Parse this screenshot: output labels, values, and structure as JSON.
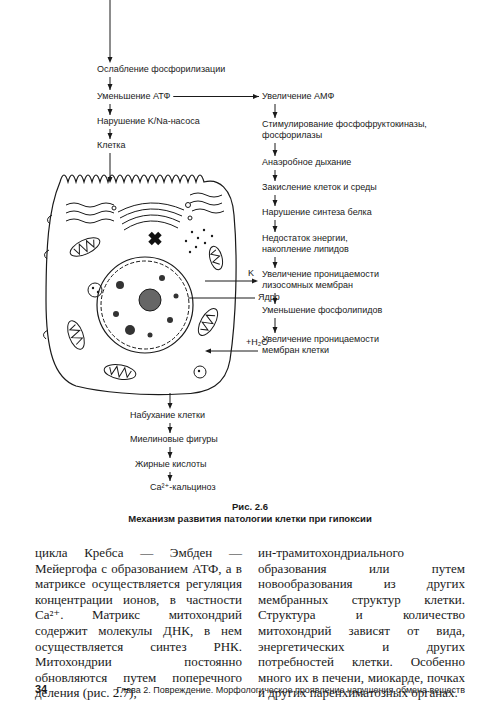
{
  "diagram": {
    "caption": "Механизм развития патологии клетки при гипоксии",
    "nodes": [
      {
        "text": [
          "Ослабление фосфорилизации"
        ]
      },
      {
        "text": [
          "Уменьшение АТФ"
        ]
      },
      {
        "text": [
          "Увеличение АМФ"
        ]
      },
      {
        "text": [
          "Нарушение K/Na-насоса"
        ]
      },
      {
        "text": [
          "Клетка"
        ]
      },
      {
        "text": [
          "Стимулирование фосфофруктокиназы, фосфорилазы"
        ]
      },
      {
        "text": [
          "Анаэробное дыхание"
        ]
      },
      {
        "text": [
          "Закисление клеток и среды"
        ]
      },
      {
        "text": [
          "Нарушение синтеза белка"
        ]
      },
      {
        "text": [
          "Недостаток энергии, накопление липидов"
        ]
      },
      {
        "text": [
          "Увеличение проницаемости лизосомных мембран"
        ]
      },
      {
        "text": [
          "Уменьшение фосфолипидов"
        ]
      },
      {
        "text": [
          "Увеличение проницаемости мембран клетки"
        ]
      },
      {
        "text": [
          "Набухание клетки"
        ]
      },
      {
        "text": [
          "Миелиновые фигуры"
        ]
      },
      {
        "text": [
          "Жирные кислоты"
        ]
      },
      {
        "text": [
          "Ca²⁺-кальциноз"
        ]
      }
    ],
    "edges": [
      {
        "from": 0,
        "to": 1,
        "arrow": "to"
      },
      {
        "from": 1,
        "to": 2,
        "arrow": "to"
      },
      {
        "from": 1,
        "to": 3,
        "arrow": "to"
      },
      {
        "from": 3,
        "to": 4,
        "arrow": "to"
      },
      {
        "from": 2,
        "to": 5,
        "arrow": "to"
      },
      {
        "from": 5,
        "to": 6,
        "arrow": "to"
      },
      {
        "from": 6,
        "to": 7,
        "arrow": "to"
      },
      {
        "from": 7,
        "to": 8,
        "arrow": "to"
      },
      {
        "from": 8,
        "to": 9,
        "arrow": "to"
      },
      {
        "from": 9,
        "to": 10,
        "arrow": "to"
      },
      {
        "from": 10,
        "to": 11,
        "arrow": "to"
      },
      {
        "from": 11,
        "to": 12,
        "arrow": "to"
      },
      {
        "from": 13,
        "to": 14,
        "arrow": "to"
      },
      {
        "from": 14,
        "to": 15,
        "arrow": "to"
      },
      {
        "from": 15,
        "to": 16,
        "arrow": "to"
      }
    ],
    "labels": [
      "K",
      "Ядро",
      "+H₂O",
      "Рис. 2.6",
      "цикла Кребса — Эмбден — Мейергофа с образованием АТФ, а в матриксе осуществляется регуляция концентрации ионов, в частности Ca²⁺. Матрикс митохондрий содержит молекулы ДНК, в нем осуществляется синтез РНК. Митохондрии постоянно обновляются путем поперечного деления (рис. 2.7),",
      "ин-трамитохондриального образования или путем новообразования из других мембранных структур клетки. Структура и количество митохондрий зависят от вида, энергетических и других потребностей клетки. Особенно много их в печени, миокарде, почках и других паренхиматозных органах.",
      "34",
      "Глава 2. Повреждение. Морфологическое проявление нарушения обмена веществ"
    ]
  }
}
